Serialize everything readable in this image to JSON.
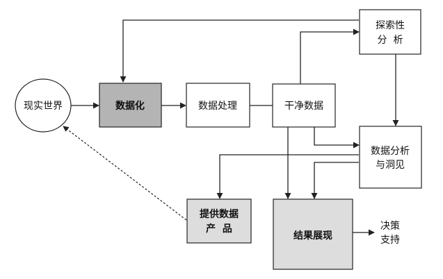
{
  "nodes": {
    "real_world": "现实世界",
    "datafication": "数据化",
    "data_processing": "数据处理",
    "clean_data": "干净数据",
    "exploratory_analysis": [
      "探索性",
      "分  析"
    ],
    "data_analysis_insight": [
      "数据分析",
      "与洞见"
    ],
    "data_products": [
      "提供数据",
      "产  品"
    ],
    "results_presentation": "结果展现",
    "decision_support": [
      "决策",
      "支持"
    ]
  },
  "colors": {
    "shaded_dark": "#b4b4b4",
    "shaded_light": "#dddddd",
    "box_fill": "#ffffff",
    "stroke": "#222222"
  }
}
